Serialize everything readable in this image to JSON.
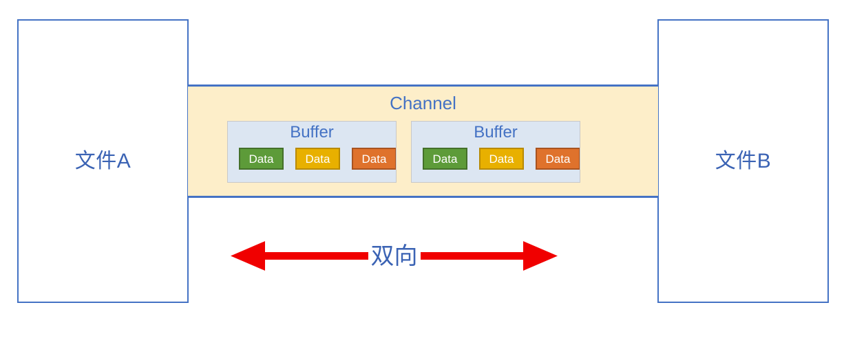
{
  "diagram": {
    "title": "Bidirectional file transfer over a channel with buffers",
    "colors": {
      "box_border_blue": "#4472c4",
      "text_blue": "#3b63b4",
      "channel_fill": "#fdeec9",
      "buffer_fill": "#dce6f2",
      "buffer_border": "#c8c8c8",
      "data_green": "#5d9b39",
      "data_gold": "#e8b000",
      "data_orange": "#df722c",
      "arrow_red": "#f00000",
      "page_background": "#ffffff"
    }
  },
  "file_a": {
    "label": "文件A"
  },
  "file_b": {
    "label": "文件B"
  },
  "channel": {
    "title": "Channel",
    "buffers": [
      {
        "title": "Buffer",
        "items": [
          {
            "label": "Data",
            "color_name": "green"
          },
          {
            "label": "Data",
            "color_name": "gold"
          },
          {
            "label": "Data",
            "color_name": "orange"
          }
        ]
      },
      {
        "title": "Buffer",
        "items": [
          {
            "label": "Data",
            "color_name": "green"
          },
          {
            "label": "Data",
            "color_name": "gold"
          },
          {
            "label": "Data",
            "color_name": "orange"
          }
        ]
      }
    ]
  },
  "arrow": {
    "label": "双向",
    "direction": "bidirectional"
  }
}
